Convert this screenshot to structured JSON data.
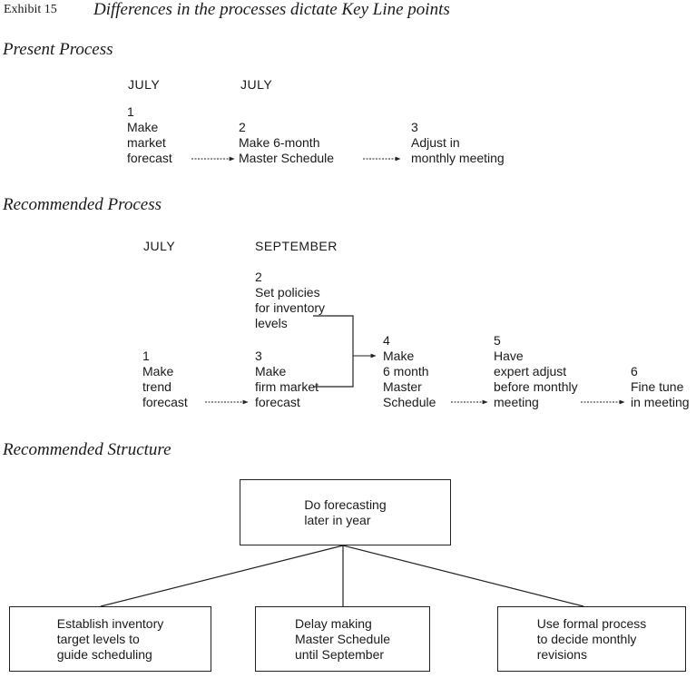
{
  "exhibit": {
    "label": "Exhibit 15",
    "title": "Differences in the processes dictate Key Line points"
  },
  "present_process": {
    "heading": "Present Process",
    "months": [
      "JULY",
      "JULY"
    ],
    "steps": [
      {
        "number": "1",
        "text": "Make\nmarket\nforecast"
      },
      {
        "number": "2",
        "text": "Make 6-month\nMaster Schedule"
      },
      {
        "number": "3",
        "text": "Adjust in\nmonthly meeting"
      }
    ]
  },
  "recommended_process": {
    "heading": "Recommended Process",
    "months": [
      "JULY",
      "SEPTEMBER"
    ],
    "steps": [
      {
        "number": "1",
        "text": "Make\ntrend\nforecast"
      },
      {
        "number": "2",
        "text": "Set policies\nfor inventory\nlevels"
      },
      {
        "number": "3",
        "text": "Make\nfirm market\nforecast"
      },
      {
        "number": "4",
        "text": "Make\n6 month\nMaster\nSchedule"
      },
      {
        "number": "5",
        "text": "Have\nexpert adjust\nbefore monthly\nmeeting"
      },
      {
        "number": "6",
        "text": "Fine tune\nin meeting"
      }
    ]
  },
  "recommended_structure": {
    "heading": "Recommended Structure",
    "top_box": "Do forecasting\nlater in year",
    "child_boxes": [
      "Establish inventory\ntarget levels to\nguide scheduling",
      "Delay making\nMaster Schedule\nuntil September",
      "Use formal process\nto decide monthly\nrevisions"
    ]
  }
}
